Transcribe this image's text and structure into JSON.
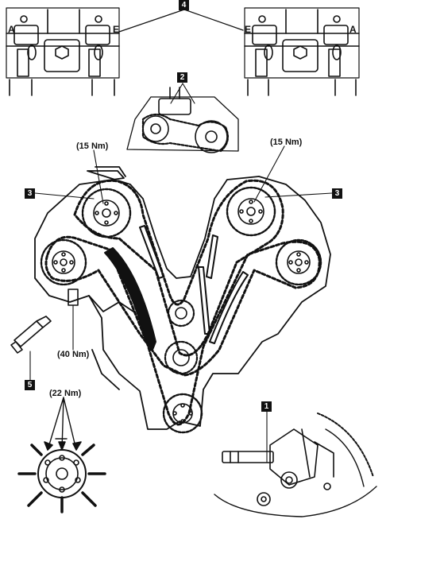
{
  "callouts": {
    "one": "1",
    "two": "2",
    "three_left": "3",
    "three_right": "3",
    "four": "4",
    "five": "5"
  },
  "torques": {
    "cam_left": "(15 Nm)",
    "cam_right": "(15 Nm)",
    "tensioner": "(40 Nm)",
    "crank_bolts": "(22 Nm)"
  },
  "cam_markings": {
    "top_left_outer": "A",
    "top_left_inner": "E",
    "top_right_inner": "E",
    "top_right_outer": "A"
  },
  "colors": {
    "ink": "#111111",
    "paper": "#ffffff"
  }
}
